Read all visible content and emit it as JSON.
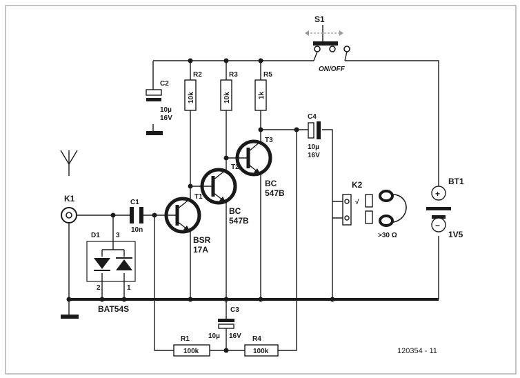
{
  "labels": {
    "s1": "S1",
    "onoff": "ON/OFF",
    "c2": "C2",
    "c2_val1": "10µ",
    "c2_val2": "16V",
    "r2": "R2",
    "r2_val": "10k",
    "r3": "R3",
    "r3_val": "10k",
    "r5": "R5",
    "r5_val": "1k",
    "c4": "C4",
    "c4_val1": "10µ",
    "c4_val2": "16V",
    "t3": "T3",
    "t3_type1": "BC",
    "t3_type2": "547B",
    "t2": "T2",
    "t2_type1": "BC",
    "t2_type2": "547B",
    "t1": "T1",
    "t1_type1": "BSR",
    "t1_type2": "17A",
    "k1": "K1",
    "c1": "C1",
    "c1_val": "10n",
    "d1": "D1",
    "d1_pin3": "3",
    "d1_pin2": "2",
    "d1_pin1": "1",
    "d1_type": "BAT54S",
    "k2": "K2",
    "k2_check": "√",
    "k2_imp": ">30 Ω",
    "bt1": "BT1",
    "bt1_plus": "+",
    "bt1_minus": "−",
    "bt1_val": "1V5",
    "c3": "C3",
    "c3_val1": "10µ",
    "c3_val2": "16V",
    "r1": "R1",
    "r1_val": "100k",
    "r4": "R4",
    "r4_val": "100k",
    "ref": "120354 - 11"
  },
  "icons": [
    "antenna-icon",
    "battery-icon",
    "headphone-icon",
    "switch-icon"
  ]
}
